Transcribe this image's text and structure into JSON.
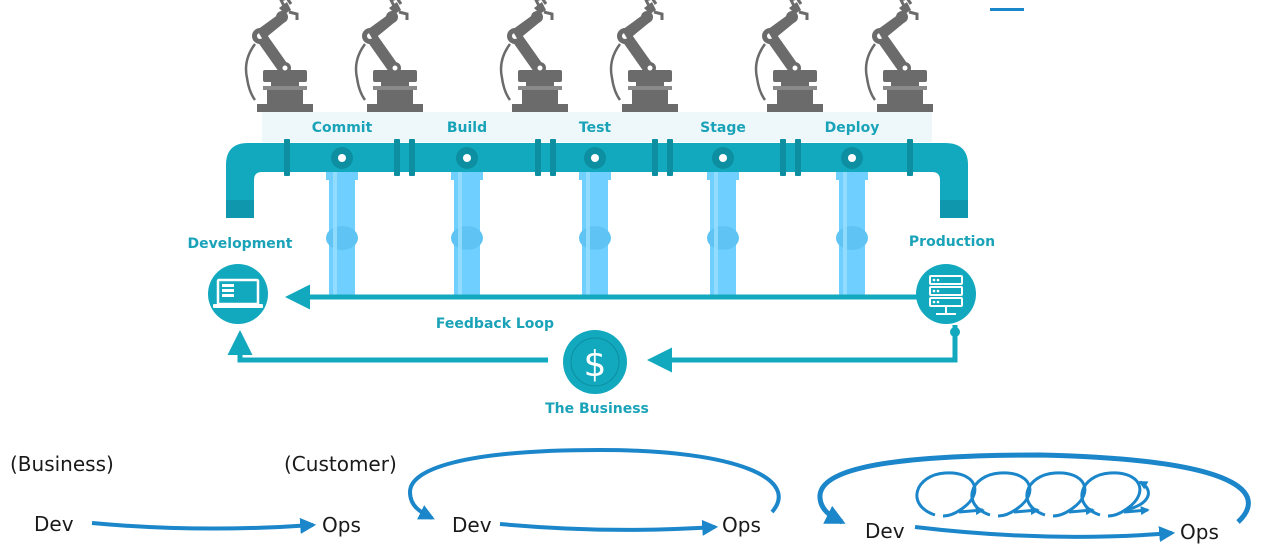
{
  "colors": {
    "teal": "#12a9bf",
    "teal_dark": "#0d8ea1",
    "light_blue": "#6fd0ff",
    "robot_gray": "#6b6b6b",
    "arrow_blue": "#1b86c9",
    "text_teal": "#1aa3b8",
    "text_dark": "#1a1a1a"
  },
  "pipeline": {
    "stages": [
      "Commit",
      "Build",
      "Test",
      "Stage",
      "Deploy"
    ],
    "left_label": "Development",
    "right_label": "Production",
    "feedback_label": "Feedback Loop",
    "business_label": "The Business",
    "business_symbol": "$"
  },
  "icons": {
    "robot_arm": "robot-arm-icon",
    "laptop": "laptop-icon",
    "server": "server-icon",
    "dollar": "dollar-icon"
  },
  "bottom": {
    "business_label": "(Business)",
    "customer_label": "(Customer)",
    "dev_label": "Dev",
    "ops_label": "Ops"
  }
}
